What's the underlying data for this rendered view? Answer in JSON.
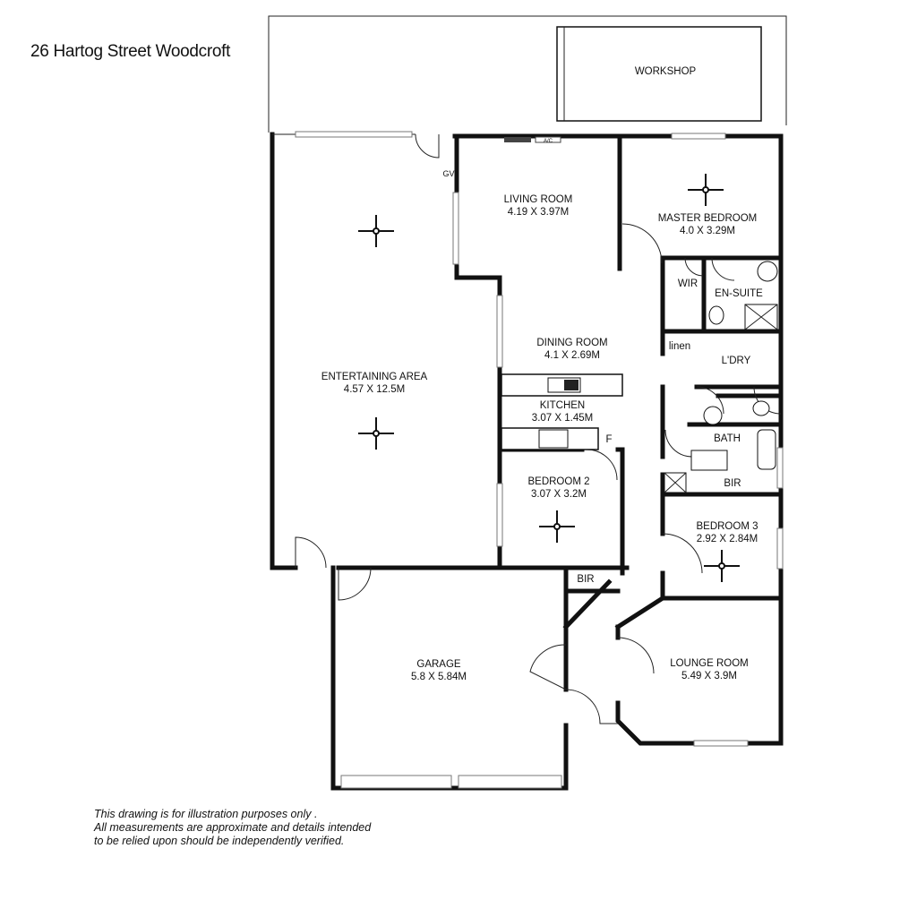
{
  "title": "26 Hartog Street Woodcroft",
  "disclaimer": [
    "This drawing is for illustration purposes only .",
    "All measurements are approximate and details intended",
    "to be relied upon should be independently verified."
  ],
  "rooms": {
    "workshop": {
      "name": "WORKSHOP"
    },
    "entertaining": {
      "name": "ENTERTAINING AREA",
      "size": "4.57 X 12.5M"
    },
    "living": {
      "name": "LIVING ROOM",
      "size": "4.19 X 3.97M"
    },
    "master": {
      "name": "MASTER BEDROOM",
      "size": "4.0 X 3.29M"
    },
    "wir": {
      "name": "WIR"
    },
    "ensuite": {
      "name": "EN-SUITE"
    },
    "linen": {
      "name": "linen"
    },
    "laundry": {
      "name": "L'DRY"
    },
    "dining": {
      "name": "DINING ROOM",
      "size": "4.1 X 2.69M"
    },
    "kitchen": {
      "name": "KITCHEN",
      "size": "3.07 X 1.45M"
    },
    "fridge": {
      "name": "F"
    },
    "bath": {
      "name": "BATH"
    },
    "bir1": {
      "name": "BIR"
    },
    "bedroom2": {
      "name": "BEDROOM 2",
      "size": "3.07 X 3.2M"
    },
    "bedroom3": {
      "name": "BEDROOM 3",
      "size": "2.92 X 2.84M"
    },
    "bir2": {
      "name": "BIR"
    },
    "garage": {
      "name": "GARAGE",
      "size": "5.8 X 5.84M"
    },
    "lounge": {
      "name": "LOUNGE ROOM",
      "size": "5.49 X 3.9M"
    }
  },
  "fixtures": {
    "ac": "A/C",
    "gv": "GV"
  }
}
